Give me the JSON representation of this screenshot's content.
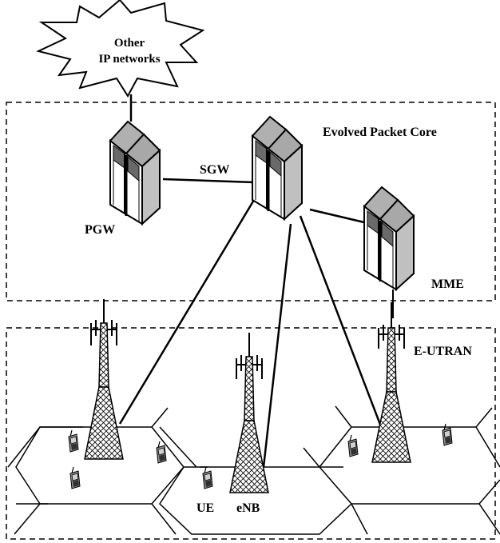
{
  "cloud": {
    "line1": "Other",
    "line2": "IP networks"
  },
  "regions": {
    "core": {
      "label": "Evolved Packet Core"
    },
    "ran": {
      "label": "E-UTRAN"
    }
  },
  "nodes": {
    "pgw": {
      "label": "PGW"
    },
    "sgw": {
      "label": "SGW"
    },
    "mme": {
      "label": "MME"
    },
    "ue": {
      "label": "UE"
    },
    "enb": {
      "label": "eNB"
    }
  },
  "colors": {
    "line": "#000000",
    "server_front": "#ffffff",
    "server_side": "#c0c0c0",
    "server_dark": "#707070",
    "phone": "#909090",
    "background": "#ffffff"
  }
}
